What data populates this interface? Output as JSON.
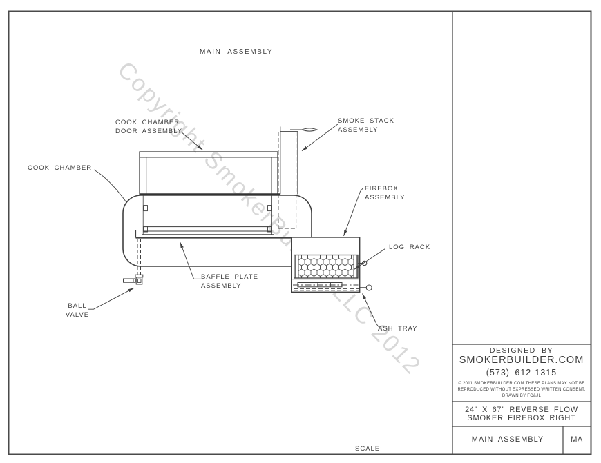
{
  "drawing": {
    "title": "MAIN ASSEMBLY",
    "scale_label": "SCALE:",
    "watermark": "Copyright SmokerBuilder LLC 2012",
    "labels": {
      "cook_chamber_door": {
        "line1": "COOK CHAMBER",
        "line2": "DOOR ASSEMBLY"
      },
      "cook_chamber": {
        "line1": "COOK CHAMBER"
      },
      "smoke_stack": {
        "line1": "SMOKE STACK",
        "line2": "ASSEMBLY"
      },
      "firebox": {
        "line1": "FIREBOX",
        "line2": "ASSEMBLY"
      },
      "log_rack": {
        "line1": "LOG RACK"
      },
      "baffle_plate": {
        "line1": "BAFFLE PLATE",
        "line2": "ASSEMBLY"
      },
      "ball_valve": {
        "line1": "BALL",
        "line2": "VALVE"
      },
      "ash_tray": {
        "line1": "ASH TRAY"
      }
    }
  },
  "title_block": {
    "designed_by": "DESIGNED BY",
    "company": "SMOKERBUILDER.COM",
    "phone": "(573) 612-1315",
    "copyright_line1": "© 2011 SMOKERBUILDER.COM THESE PLANS MAY NOT BE",
    "copyright_line2": "REPRODUCED WITHOUT EXPRESSED WRITTEN CONSENT.",
    "copyright_line3": "DRAWN BY FC&JL",
    "size_line1": "24\" X 67\" REVERSE FLOW",
    "size_line2": "SMOKER FIREBOX RIGHT",
    "sheet_name": "MAIN ASSEMBLY",
    "sheet_code": "MA"
  },
  "colors": {
    "line": "#404040",
    "border": "#4a4a4a",
    "label_text": "#3c3c3c",
    "watermark": "#d8d8d8",
    "background": "#ffffff"
  }
}
